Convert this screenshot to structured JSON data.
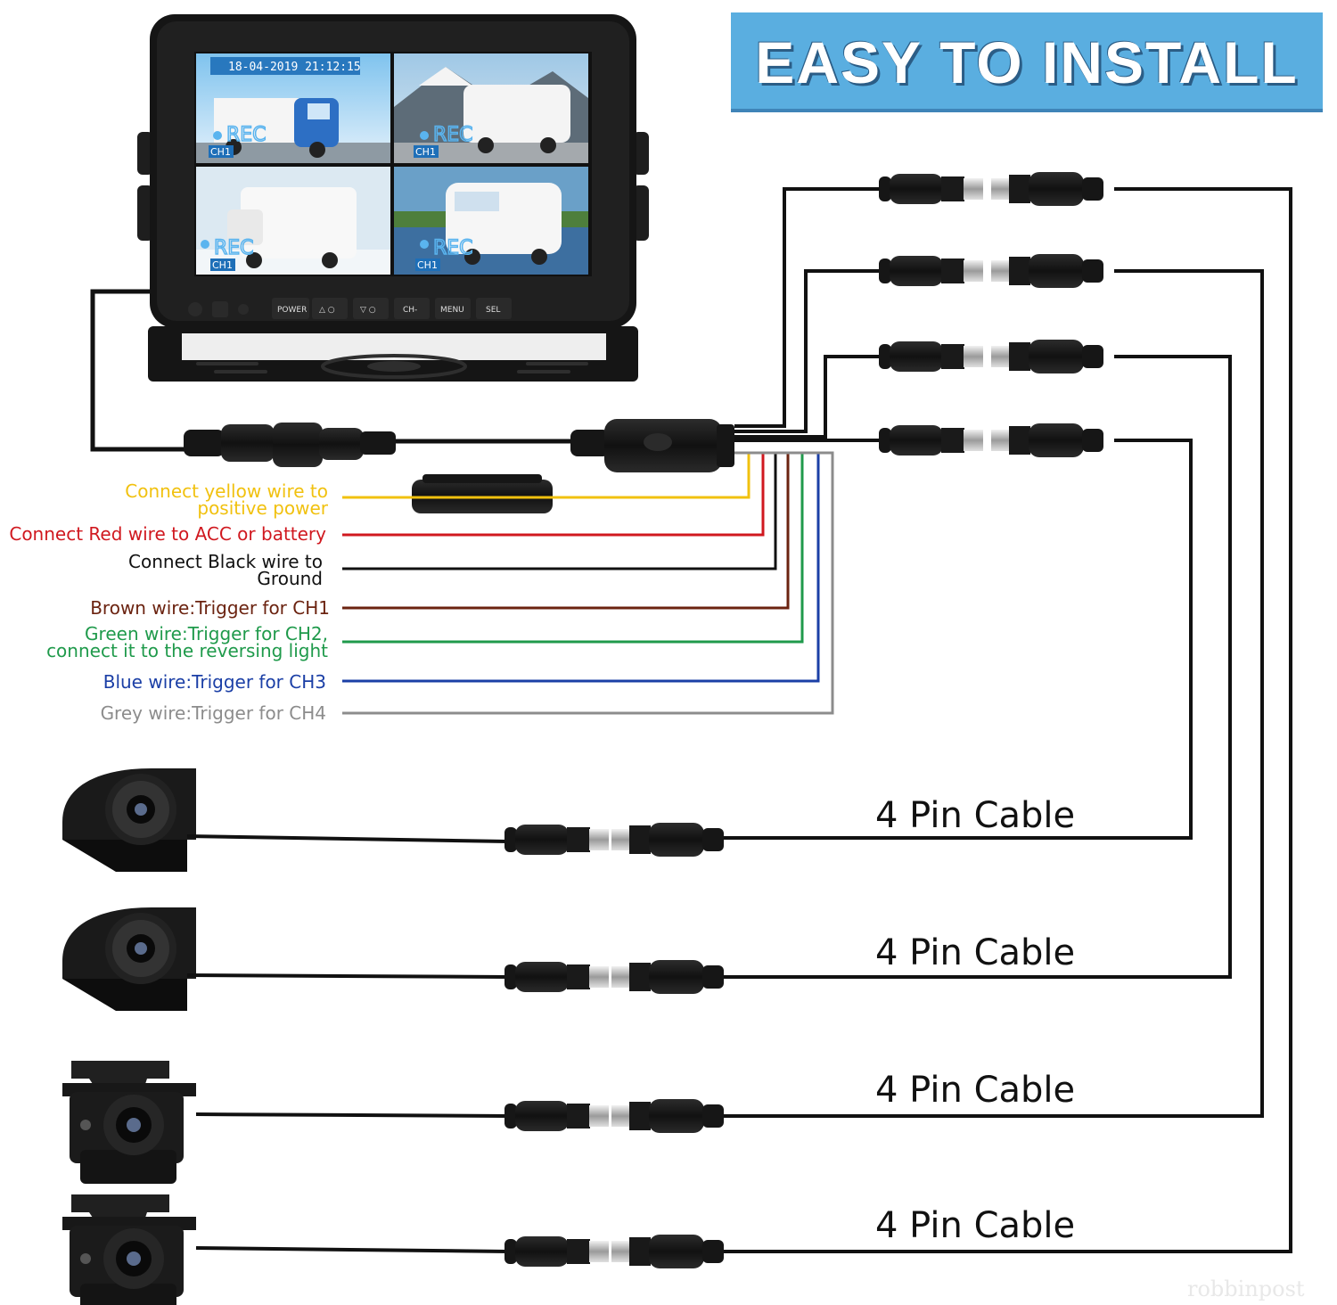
{
  "banner": {
    "title": "EASY TO INSTALL",
    "bg": "#5aaee0"
  },
  "monitor": {
    "timestamp": "18-04-2019  21:12:15",
    "rec_label": "REC",
    "channel_tags": [
      "CH1",
      "CH1",
      "CH1",
      "CH1"
    ],
    "buttons": [
      "POWER",
      "△ ○",
      "▽ ○",
      "CH-",
      "MENU",
      "SEL"
    ]
  },
  "wires": [
    {
      "name": "yellow",
      "color": "#f1c10f",
      "text1": "Connect yellow wire to",
      "text2": "positive power"
    },
    {
      "name": "red",
      "color": "#d0181f",
      "text1": "Connect Red wire to ACC or battery",
      "text2": ""
    },
    {
      "name": "black",
      "color": "#111111",
      "text1": "Connect Black wire to",
      "text2": "Ground"
    },
    {
      "name": "brown",
      "color": "#6b2310",
      "text1": "Brown wire:Trigger for CH1",
      "text2": ""
    },
    {
      "name": "green",
      "color": "#1f9a4b",
      "text1": "Green wire:Trigger for CH2,",
      "text2": "connect it to the reversing light"
    },
    {
      "name": "blue",
      "color": "#1b3fa6",
      "text1": "Blue wire:Trigger for CH3",
      "text2": ""
    },
    {
      "name": "grey",
      "color": "#8c8c8c",
      "text1": "Grey wire:Trigger for CH4",
      "text2": ""
    }
  ],
  "cameras": [
    {
      "type": "dome-side-camera",
      "cable_label": "4 Pin Cable"
    },
    {
      "type": "dome-side-camera",
      "cable_label": "4 Pin Cable"
    },
    {
      "type": "bracket-rear-camera",
      "cable_label": "4 Pin Cable"
    },
    {
      "type": "bracket-rear-camera",
      "cable_label": "4 Pin Cable"
    }
  ],
  "watermark": "robbinpost"
}
